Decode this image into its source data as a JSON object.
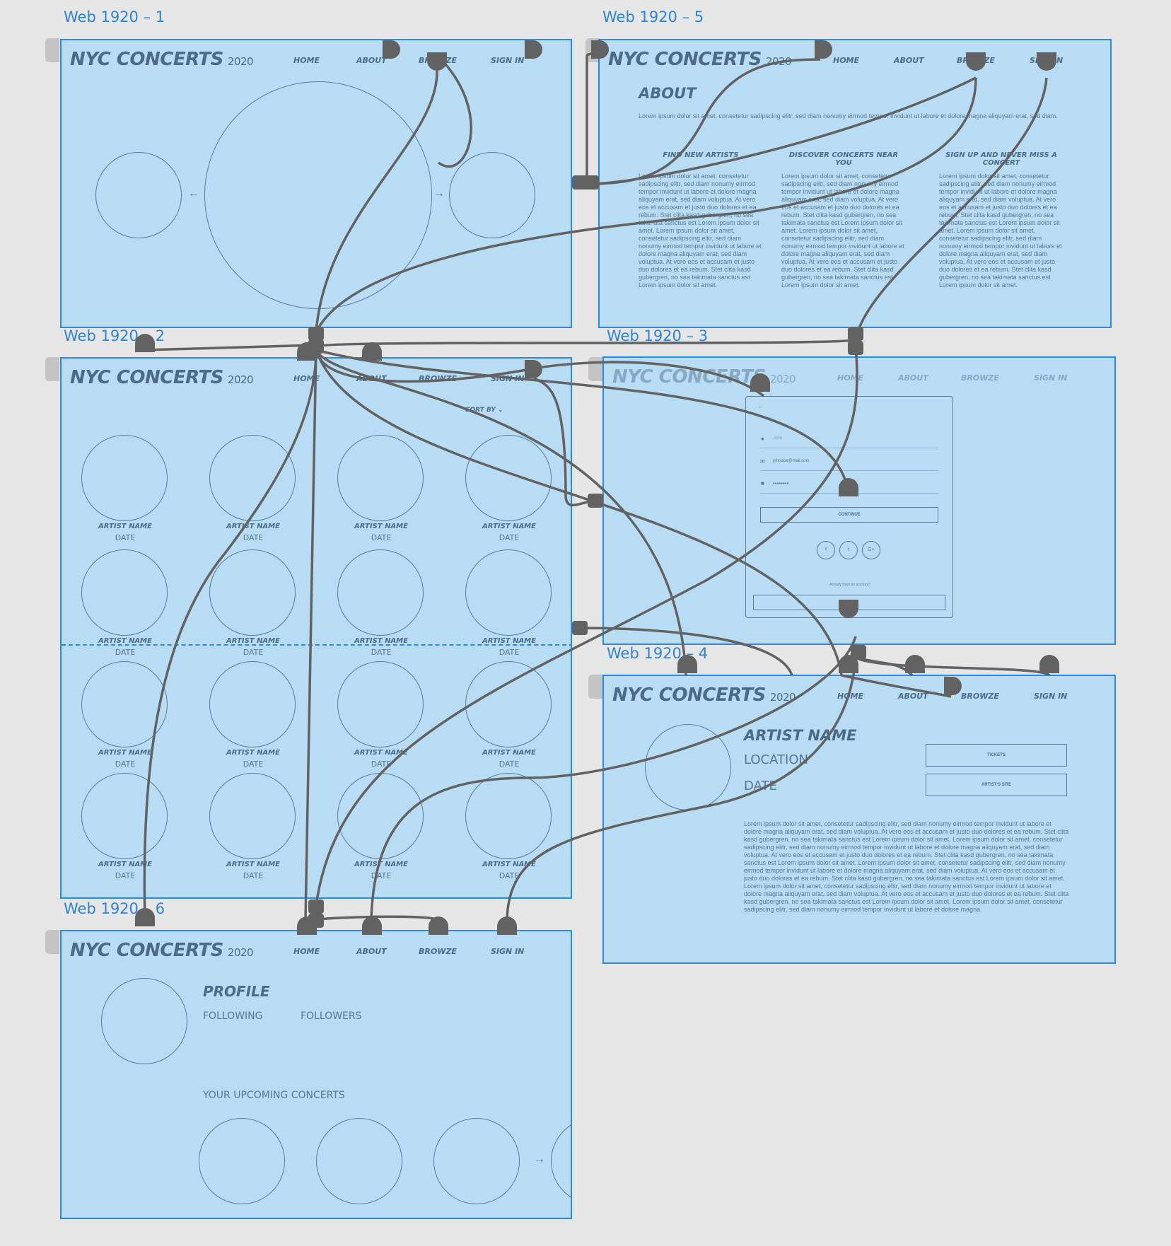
{
  "artboards": {
    "b1": "Web 1920 – 1",
    "b2": "Web 1920 – 2",
    "b3": "Web 1920 – 3",
    "b4": "Web 1920 – 4",
    "b5": "Web 1920 – 5",
    "b6": "Web 1920 – 6"
  },
  "brand": {
    "name": "NYC CONCERTS",
    "year": "2020"
  },
  "nav": {
    "home": "HOME",
    "about": "ABOUT",
    "browse": "BROWZE",
    "signin": "SIGN IN"
  },
  "about_page": {
    "title": "ABOUT",
    "intro": "Lorem ipsum dolor sit amet, consetetur sadipscing elitr, sed diam nonumy eirmod tempor invidunt ut labore et dolore magna aliquyam erat, sed diam.",
    "columns": [
      {
        "title": "FIND NEW ARTISTS"
      },
      {
        "title": "DISCOVER CONCERTS NEAR YOU"
      },
      {
        "title": "SIGN UP AND NEVER MISS A CONCERT"
      }
    ],
    "column_text": "Lorem ipsum dolor sit amet, consetetur sadipscing elitr, sed diam nonumy eirmod tempor invidunt ut labore et dolore magna aliquyam erat, sed diam voluptua. At vero eos et accusam et justo duo dolores et ea rebum. Stet clita kasd gubergren, no sea takimata sanctus est Lorem ipsum dolor sit amet. Lorem ipsum dolor sit amet, consetetur sadipscing elitr, sed diam nonumy eirmod tempor invidunt ut labore et dolore magna aliquyam erat, sed diam voluptua. At vero eos et accusam et justo duo dolores et ea rebum. Stet clita kasd gubergren, no sea takimata sanctus est Lorem ipsum dolor sit amet."
  },
  "browse_page": {
    "sort_label": "SORT BY",
    "cards": [
      {
        "name": "ARTIST NAME",
        "date": "DATE"
      },
      {
        "name": "ARTIST NAME",
        "date": "DATE"
      },
      {
        "name": "ARTIST NAME",
        "date": "DATE"
      },
      {
        "name": "ARTIST NAME",
        "date": "DATE"
      },
      {
        "name": "ARTIST NAME",
        "date": "DATE"
      },
      {
        "name": "ARTIST NAME",
        "date": "DATE"
      },
      {
        "name": "ARTIST NAME",
        "date": "DATE"
      },
      {
        "name": "ARTIST NAME",
        "date": "DATE"
      },
      {
        "name": "ARTIST NAME",
        "date": "DATE"
      },
      {
        "name": "ARTIST NAME",
        "date": "DATE"
      },
      {
        "name": "ARTIST NAME",
        "date": "DATE"
      },
      {
        "name": "ARTIST NAME",
        "date": "DATE"
      },
      {
        "name": "ARTIST NAME",
        "date": "DATE"
      },
      {
        "name": "ARTIST NAME",
        "date": "DATE"
      },
      {
        "name": "ARTIST NAME",
        "date": "DATE"
      },
      {
        "name": "ARTIST NAME",
        "date": "DATE"
      }
    ]
  },
  "signin_page": {
    "name_placeholder": "John",
    "email_value": "johndoe@mail.com",
    "password_value": "••••••••",
    "continue_label": "CONTINUE",
    "social": [
      "f",
      "t",
      "G+"
    ],
    "have_account": "Already have an account?",
    "login_label": "LOGIN"
  },
  "artist_page": {
    "name": "ARTIST NAME",
    "location": "LOCATION",
    "date": "DATE",
    "tickets_label": "TICKETS",
    "site_label": "ARTIST'S SITE",
    "body": "Lorem ipsum dolor sit amet, consetetur sadipscing elitr, sed diam nonumy eirmod tempor invidunt ut labore et dolore magna aliquyam erat, sed diam voluptua. At vero eos et accusam et justo duo dolores et ea rebum. Stet clita kasd gubergren, no sea takimata sanctus est Lorem ipsum dolor sit amet. Lorem ipsum dolor sit amet, consetetur sadipscing elitr, sed diam nonumy eirmod tempor invidunt ut labore et dolore magna aliquyam erat, sed diam voluptua. At vero eos et accusam et justo duo dolores et ea rebum. Stet clita kasd gubergren, no sea takimata sanctus est Lorem ipsum dolor sit amet. Lorem ipsum dolor sit amet, consetetur sadipscing elitr, sed diam nonumy eirmod tempor invidunt ut labore et dolore magna aliquyam erat, sed diam voluptua. At vero eos et accusam et justo duo dolores et ea rebum. Stet clita kasd gubergren, no sea takimata sanctus est Lorem ipsum dolor sit amet. Lorem ipsum dolor sit amet, consetetur sadipscing elitr, sed diam nonumy eirmod tempor invidunt ut labore et dolore magna aliquyam erat, sed diam voluptua. At vero eos et accusam et justo duo dolores et ea rebum. Stet clita kasd gubergren, no sea takimata sanctus est Lorem ipsum dolor sit amet. Lorem ipsum dolor sit amet, consetetur sadipscing elitr, sed diam nonumy eirmod tempor invidunt ut labore et dolore magna"
  },
  "profile_page": {
    "title": "PROFILE",
    "following": "FOLLOWING",
    "followers": "FOLLOWERS",
    "upcoming": "YOUR UPCOMING CONCERTS"
  },
  "colors": {
    "artboard": "#b8dcf4",
    "artboard_border": "#2b8ade",
    "wire": "#626262",
    "canvas": "#e6e6e6"
  }
}
